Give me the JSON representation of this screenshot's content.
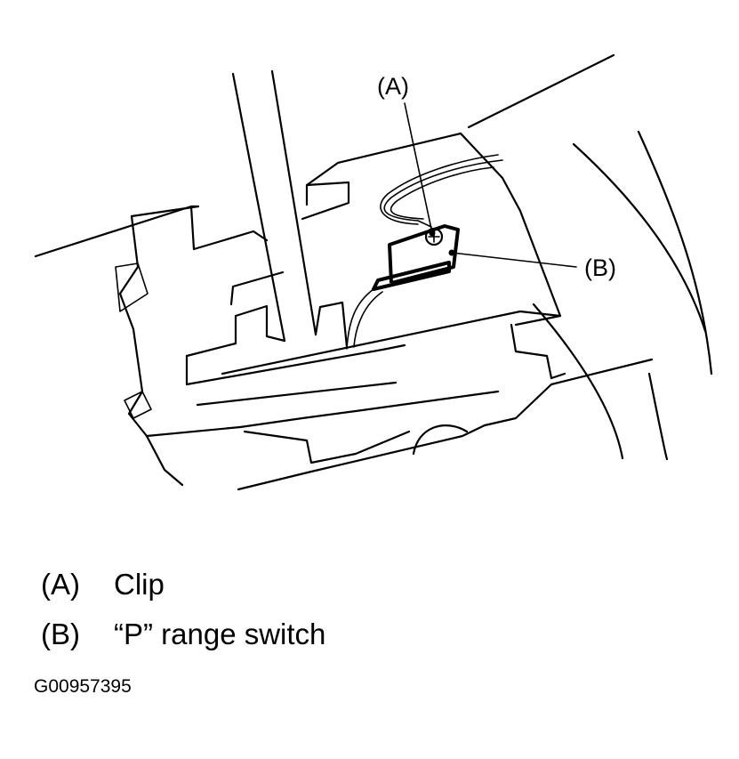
{
  "callouts": {
    "a": "(A)",
    "b": "(B)"
  },
  "legend": [
    {
      "key": "(A)",
      "label": "Clip"
    },
    {
      "key": "(B)",
      "label": "“P” range switch"
    }
  ],
  "figure_id": "G00957395"
}
